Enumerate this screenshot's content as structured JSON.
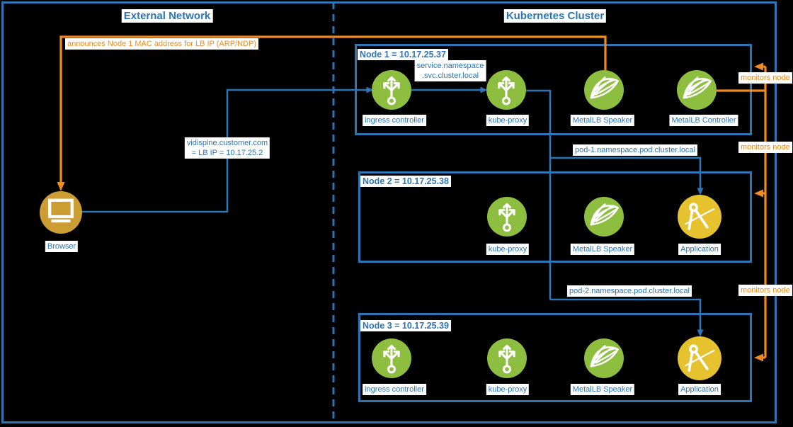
{
  "titles": {
    "external_network": "External Network",
    "kubernetes_cluster": "Kubernetes Cluster"
  },
  "external": {
    "browser_label": "Browser"
  },
  "edge_labels": {
    "announce": "announces Node 1 MAC address for LB IP (ARP/NDP)",
    "vidispine_line1": "vidispine.customer.com",
    "vidispine_line2": "= LB IP = 10.17.25.2",
    "service_line1": "service.namespace",
    "service_line2": ".svc.cluster.local",
    "pod1": "pod-1.namespace.pod.cluster.local",
    "pod2": "pod-2.namespace.pod.cluster.local",
    "monitors_node1": "monitors node",
    "monitors_node2": "monitors node",
    "monitors_node3": "monitors node"
  },
  "nodes": [
    {
      "title": "Node 1 = 10.17.25.37",
      "components": [
        {
          "icon": "fork",
          "label": "ingress controller"
        },
        {
          "icon": "fork",
          "label": "kube-proxy"
        },
        {
          "icon": "metallb",
          "label": "MetalLB Speaker"
        },
        {
          "icon": "metallb",
          "label": "MetalLB Controller"
        }
      ]
    },
    {
      "title": "Node 2 = 10.17.25.38",
      "components": [
        {
          "icon": "fork",
          "label": "kube-proxy"
        },
        {
          "icon": "metallb",
          "label": "MetalLB Speaker"
        },
        {
          "icon": "application",
          "label": "Application"
        }
      ]
    },
    {
      "title": "Node 3 = 10.17.25.39",
      "components": [
        {
          "icon": "fork",
          "label": "ingress controller"
        },
        {
          "icon": "fork",
          "label": "kube-proxy"
        },
        {
          "icon": "metallb",
          "label": "MetalLB Speaker"
        },
        {
          "icon": "application",
          "label": "Application"
        }
      ]
    }
  ],
  "colors": {
    "line_blue": "#2e75b6",
    "text_blue": "#2e74b5",
    "orange": "#f18b21",
    "icon_green": "#8dbe3f",
    "icon_yellow": "#e6c22f",
    "icon_gold": "#cb9d33",
    "label_background": "#ffffff",
    "page_background": "#000000"
  }
}
